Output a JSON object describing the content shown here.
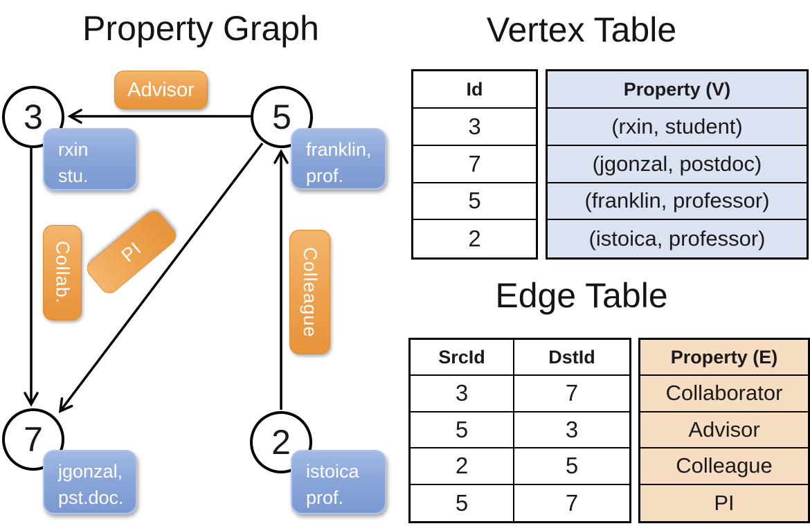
{
  "graph": {
    "title": "Property Graph",
    "nodes": [
      {
        "id": "3"
      },
      {
        "id": "5"
      },
      {
        "id": "7"
      },
      {
        "id": "2"
      }
    ],
    "properties": [
      {
        "line1": "rxin",
        "line2": "stu."
      },
      {
        "line1": "franklin,",
        "line2": "prof."
      },
      {
        "line1": "jgonzal,",
        "line2": "pst.doc."
      },
      {
        "line1": "istoica",
        "line2": "prof."
      }
    ],
    "edge_labels": {
      "advisor": "Advisor",
      "collab": "Collab.",
      "pi": "PI",
      "colleague": "Colleague"
    }
  },
  "vertex_table": {
    "title": "Vertex Table",
    "col_id": "Id",
    "col_prop": "Property (V)",
    "rows": [
      [
        "3",
        "(rxin, student)"
      ],
      [
        "7",
        "(jgonzal, postdoc)"
      ],
      [
        "5",
        "(franklin, professor)"
      ],
      [
        "2",
        "(istoica, professor)"
      ]
    ]
  },
  "edge_table": {
    "title": "Edge Table",
    "col_src": "SrcId",
    "col_dst": "DstId",
    "col_prop": "Property (E)",
    "rows": [
      [
        "3",
        "7",
        "Collaborator"
      ],
      [
        "5",
        "3",
        "Advisor"
      ],
      [
        "2",
        "5",
        "Colleague"
      ],
      [
        "5",
        "7",
        "PI"
      ]
    ]
  },
  "colors": {
    "node_fill": "#ffffff",
    "node_stroke": "#000000",
    "edge_stroke": "#000000",
    "orange_label_top": "#f4b56b",
    "orange_label_bottom": "#e8943a",
    "blue_box_top": "#a2bae5",
    "blue_box_bottom": "#7b99d1",
    "vertex_cell_bg": "#dbe3f3",
    "edge_cell_bg": "#f6dcc1",
    "table_border": "#000000"
  }
}
